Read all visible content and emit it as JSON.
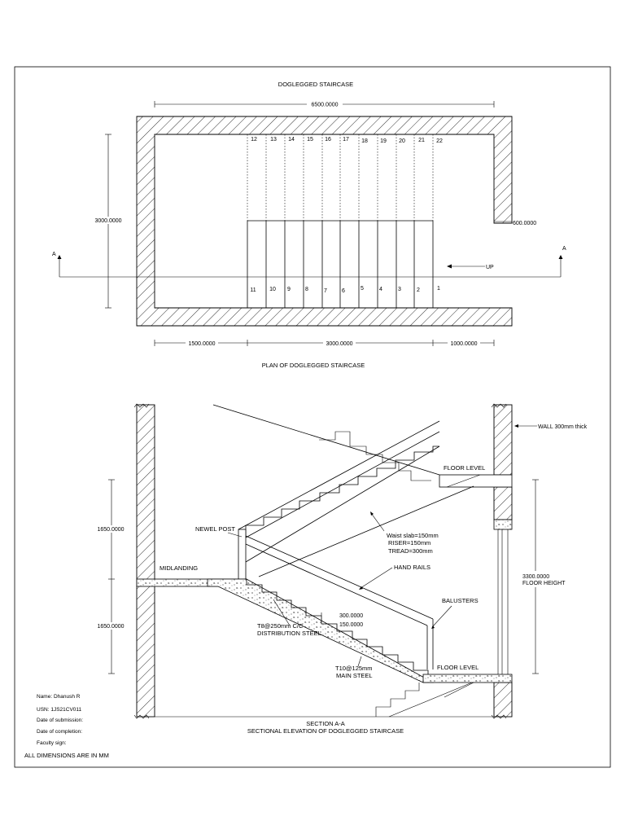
{
  "plan": {
    "title": "DOGLEGGED STAIRCASE",
    "dim_top": "6500.0000",
    "dim_left": "3000.0000",
    "dim_right": "600.0000",
    "dim_bottom_left": "1500.0000",
    "dim_bottom_mid": "3000.0000",
    "dim_bottom_right": "1000.0000",
    "section_mark_left": "A",
    "section_mark_right": "A",
    "up_label": "UP",
    "upper_steps": [
      "12",
      "13",
      "14",
      "15",
      "16",
      "17",
      "18",
      "19",
      "20",
      "21",
      "22"
    ],
    "lower_steps": [
      "11",
      "10",
      "9",
      "8",
      "7",
      "6",
      "5",
      "4",
      "3",
      "2",
      "1"
    ],
    "caption": "PLAN OF DOGLEGGED STAIRCASE"
  },
  "section": {
    "wall_label": "WALL 300mm thick",
    "floor_level_top": "FLOOR LEVEL",
    "floor_level_bottom": "FLOOR LEVEL",
    "dim_upper": "1650.0000",
    "dim_lower": "1650.0000",
    "floor_height_value": "3300.0000",
    "floor_height_label": "FLOOR HEIGHT",
    "newel_post": "NEWEL POST",
    "midlanding": "MIDLANDING",
    "waist_slab": "Waist slab=150mm",
    "riser": "RISER=150mm",
    "tread": "TREAD=300mm",
    "hand_rails": "HAND RAILS",
    "balusters": "BALUSTERS",
    "dim_300": "300.0000",
    "dim_150": "150.0000",
    "dist_steel_1": "T8@250mm C/C",
    "dist_steel_2": "DISTRIBUTION STEEL",
    "main_steel_1": "T10@125mm",
    "main_steel_2": "MAIN STEEL",
    "caption_1": "SECTION A-A",
    "caption_2": "SECTIONAL ELEVATION OF DOGLEGGED STAIRCASE"
  },
  "title_block": {
    "name": "Name: Dhanush R",
    "usn": "USN: 1JS21CV011",
    "date_submission": "Date of submission:",
    "date_completion": "Date of completion:",
    "faculty_sign": "Faculty sign:",
    "note": "ALL DIMENSIONS ARE IN MM"
  }
}
